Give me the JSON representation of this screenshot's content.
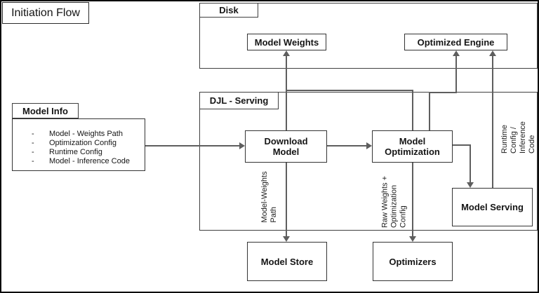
{
  "title": "Initiation Flow",
  "containers": {
    "disk": {
      "label": "Disk"
    },
    "djl_serving": {
      "label": "DJL - Serving"
    }
  },
  "nodes": {
    "model_weights": {
      "label": "Model Weights"
    },
    "optimized_engine": {
      "label": "Optimized Engine"
    },
    "download_model": {
      "label": "Download\nModel"
    },
    "model_optimization": {
      "label": "Model\nOptimization"
    },
    "model_serving": {
      "label": "Model Serving"
    },
    "model_store": {
      "label": "Model Store"
    },
    "optimizers": {
      "label": "Optimizers"
    }
  },
  "model_info": {
    "label": "Model Info",
    "bullet": "-",
    "items": [
      "Model - Weights Path",
      "Optimization Config",
      "Runtime Config",
      "Model - Inference Code"
    ]
  },
  "edge_labels": {
    "model_weights_path": "Model-Weights\nPath",
    "raw_weights": "Raw Weights +\nOptimization\nConfig",
    "runtime_config": "Runtime Config /\nInference Code"
  },
  "colors": {
    "background": "#ffffff",
    "line": "#5e5e5e",
    "box_border": "#343434",
    "text": "#151515"
  }
}
